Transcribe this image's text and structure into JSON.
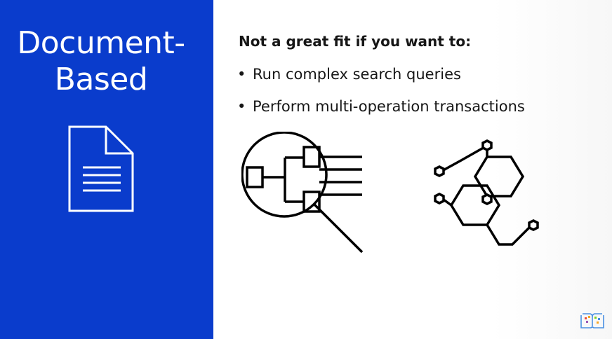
{
  "slide": {
    "title_line1": "Document-",
    "title_line2": "Based",
    "heading": "Not a great fit if you want to:",
    "bullets": [
      {
        "text": "Run complex search queries"
      },
      {
        "text": "Perform multi-operation transactions"
      }
    ],
    "bullet_glyph": "•"
  },
  "colors": {
    "panel_blue": "#0a3ccc",
    "text": "#161616",
    "icon_stroke": "#000000",
    "logo_accent": "#4a90e2"
  },
  "icons": {
    "left_icon": "document-icon",
    "search_graphic": "magnifier-tree-icon",
    "network_graphic": "hexagon-network-icon",
    "watermark": "book-logo-icon"
  }
}
